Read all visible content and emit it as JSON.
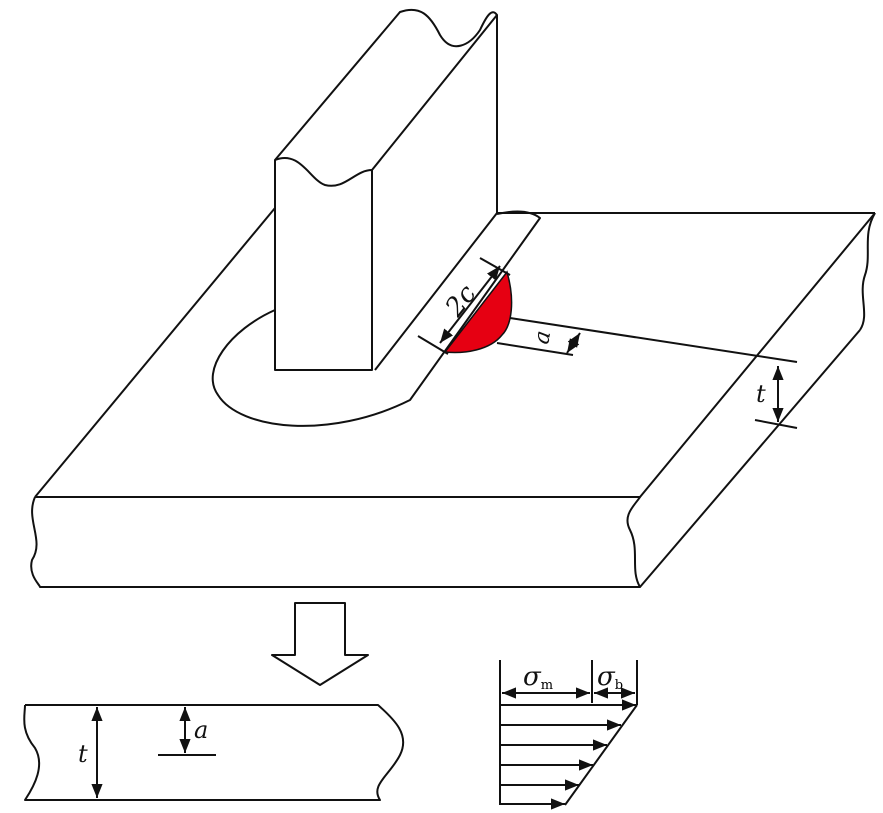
{
  "labels": {
    "crack_length": "2c",
    "crack_depth": "a",
    "thickness": "t",
    "section_thickness": "t",
    "section_depth": "a",
    "sigma": "σ",
    "membrane_sub": "m",
    "bending_sub": "b"
  },
  "colors": {
    "crack": "#e60012",
    "line": "#111111"
  }
}
